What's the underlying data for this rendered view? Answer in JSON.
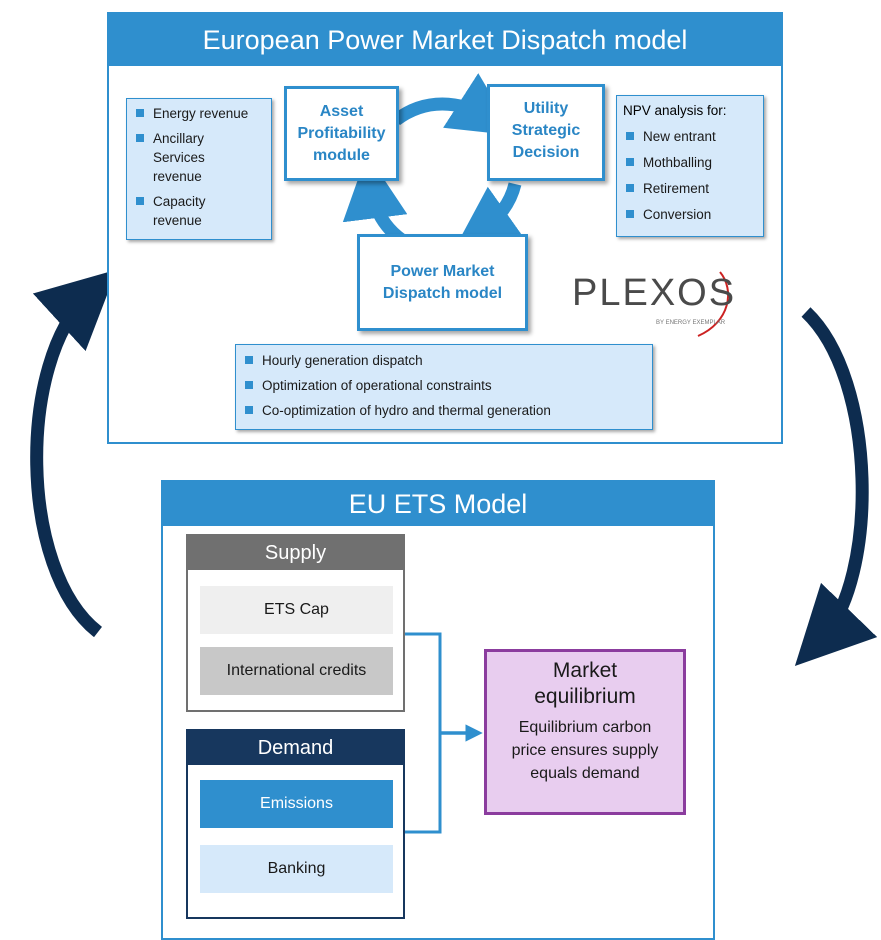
{
  "top_panel": {
    "title": "European Power Market Dispatch model",
    "asset_module": "Asset Profitability module",
    "utility_decision": "Utility Strategic Decision",
    "dispatch_model": "Power Market Dispatch model",
    "revenue_items": [
      "Energy revenue",
      "Ancillary Services revenue",
      "Capacity revenue"
    ],
    "npv_title": "NPV analysis for:",
    "npv_items": [
      "New entrant",
      "Mothballing",
      "Retirement",
      "Conversion"
    ],
    "bottom_items": [
      "Hourly generation dispatch",
      "Optimization of operational constraints",
      "Co-optimization of hydro and thermal generation"
    ],
    "logo_text": "PLEXOS",
    "logo_subtext": "BY ENERGY EXEMPLAR"
  },
  "ets_panel": {
    "title": "EU ETS Model",
    "supply": {
      "title": "Supply",
      "items": [
        "ETS Cap",
        "International credits"
      ],
      "title_color": "#707070"
    },
    "demand": {
      "title": "Demand",
      "items": [
        "Emissions",
        "Banking"
      ],
      "title_color": "#17375e"
    },
    "equilibrium": {
      "title": "Market equilibrium",
      "text": "Equilibrium carbon price ensures supply equals demand",
      "border_color": "#8b3c9e",
      "fill_color": "#e8cdef"
    }
  },
  "colors": {
    "accent": "#2f8fce",
    "dark_arrow": "#0d2c4f"
  }
}
